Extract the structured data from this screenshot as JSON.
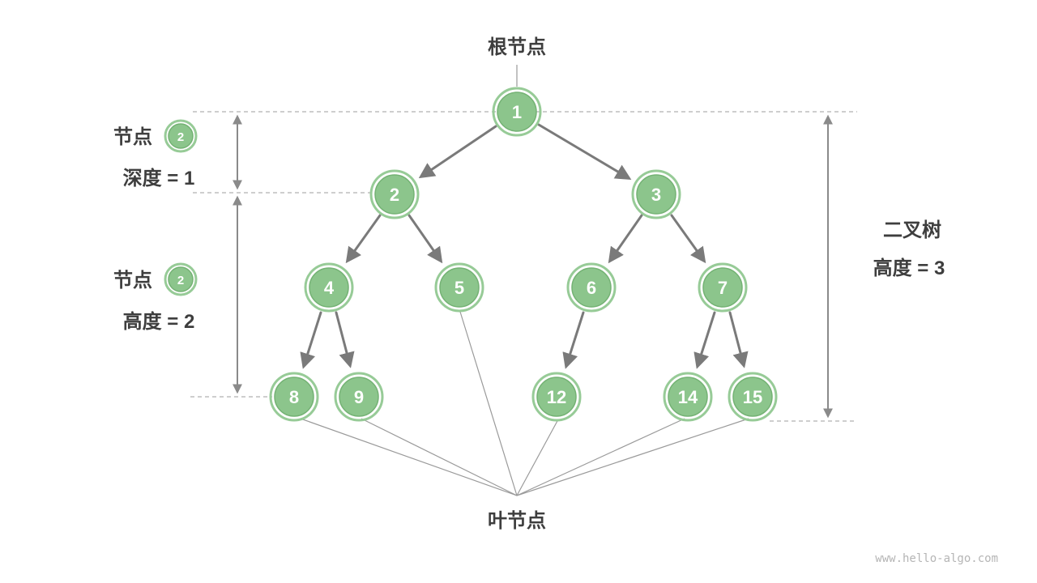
{
  "tree": {
    "root_label": "根节点",
    "leaf_label": "叶节点",
    "node_values": [
      "1",
      "2",
      "3",
      "4",
      "5",
      "6",
      "7",
      "8",
      "9",
      "12",
      "14",
      "15"
    ]
  },
  "annotations": {
    "depth": {
      "label": "节点",
      "badge": "2",
      "value_line": "深度 = 1"
    },
    "height": {
      "label": "节点",
      "badge": "2",
      "value_line": "高度 = 2"
    },
    "tree_height": {
      "line1": "二叉树",
      "line2": "高度 = 3"
    }
  },
  "watermark": "www.hello-algo.com",
  "colors": {
    "node_fill": "#8cc58c",
    "node_ring": "#97cb97",
    "node_border": "#74b274",
    "edge": "#7a7a7a",
    "dashed_line": "#b0b0b0",
    "text": "#3e3e3e",
    "watermark_text": "#b5b5b5",
    "background": "#ffffff"
  }
}
